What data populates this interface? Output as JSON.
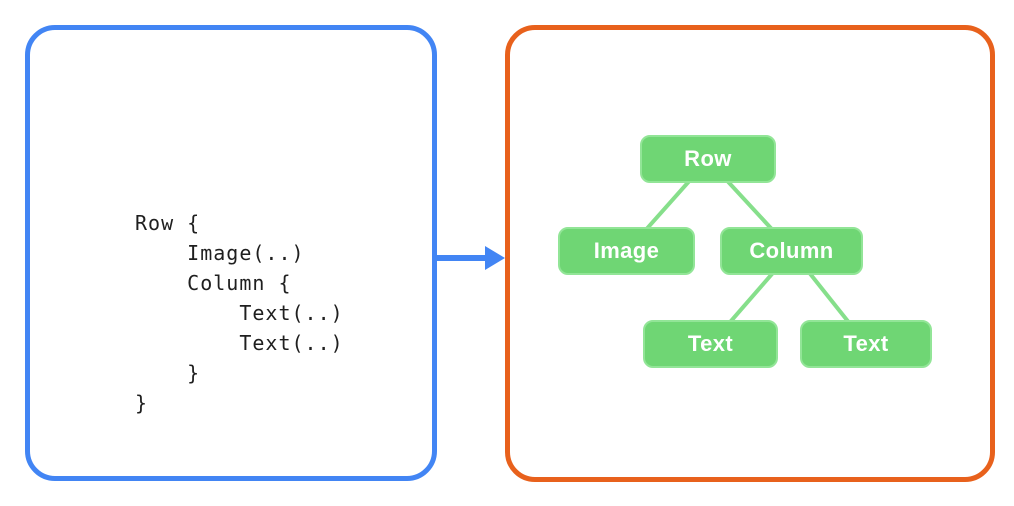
{
  "theme": {
    "blue": "#4285F4",
    "orange": "#E8611C",
    "green_fill": "#6FD674",
    "green_node_border": "#92E597",
    "green_edge": "#86DF8B",
    "code_color": "#1F1F1F",
    "node_text": "#FFFFFF",
    "background": "#FFFFFF"
  },
  "code_panel": {
    "code_lines": [
      "Row {",
      "    Image(..)",
      "    Column {",
      "        Text(..)",
      "        Text(..)",
      "    }",
      "}"
    ]
  },
  "arrow": {
    "direction": "right"
  },
  "tree_panel": {
    "nodes": [
      {
        "id": "row",
        "label": "Row"
      },
      {
        "id": "image",
        "label": "Image"
      },
      {
        "id": "column",
        "label": "Column"
      },
      {
        "id": "text1",
        "label": "Text"
      },
      {
        "id": "text2",
        "label": "Text"
      }
    ],
    "edges": [
      [
        "row",
        "image"
      ],
      [
        "row",
        "column"
      ],
      [
        "column",
        "text1"
      ],
      [
        "column",
        "text2"
      ]
    ]
  }
}
